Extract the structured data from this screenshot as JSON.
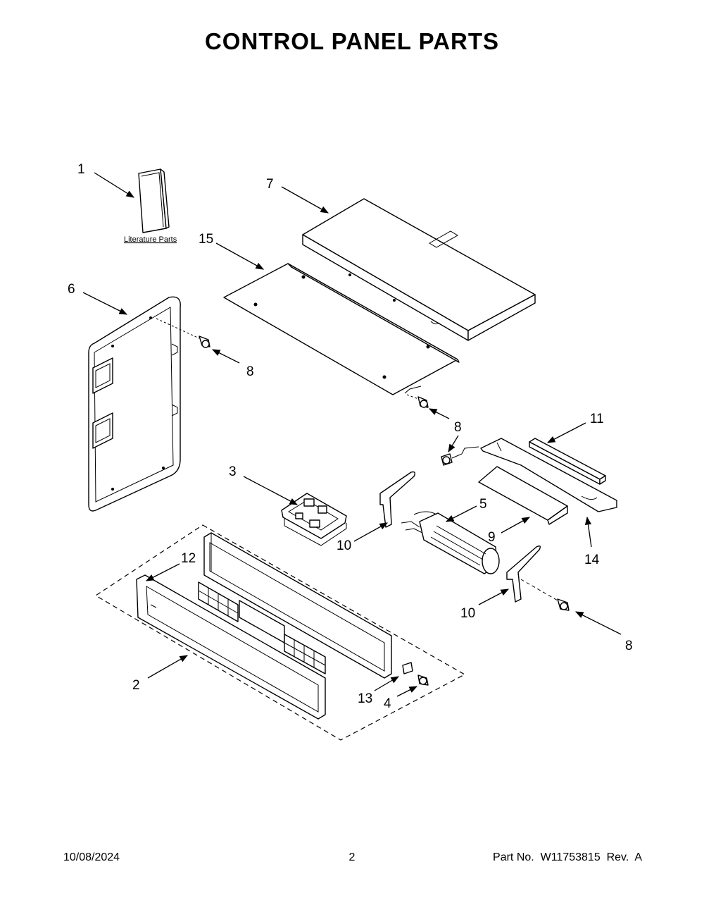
{
  "page": {
    "title": "CONTROL PANEL PARTS",
    "footer": {
      "date": "10/08/2024",
      "page_number": "2",
      "part_number": "Part No.  W11753815  Rev.  A"
    }
  },
  "diagram": {
    "literature_label": "Literature Parts",
    "callouts": [
      "1",
      "7",
      "15",
      "6",
      "8",
      "8",
      "11",
      "8",
      "3",
      "5",
      "10",
      "9",
      "14",
      "12",
      "10",
      "8",
      "2",
      "13",
      "4"
    ]
  }
}
